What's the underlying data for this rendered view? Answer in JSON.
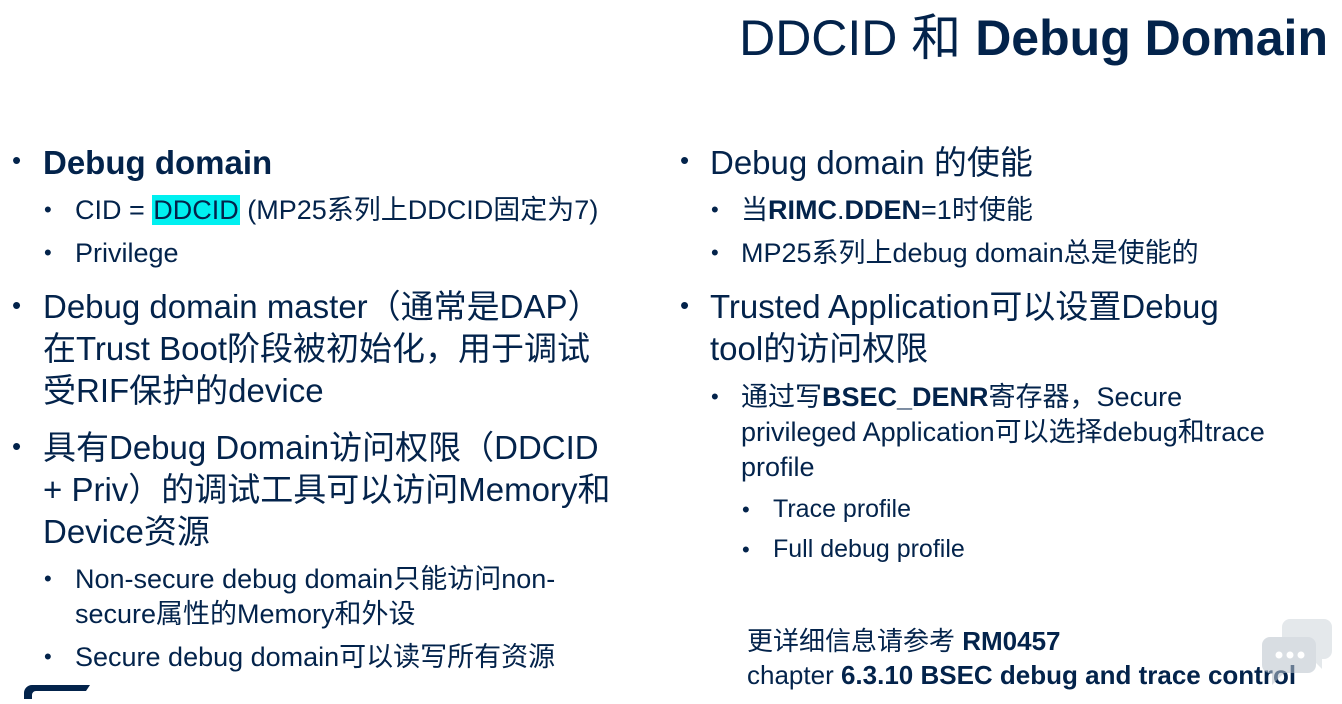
{
  "title": {
    "part1": "DDCID 和 ",
    "part2": "Debug Domain"
  },
  "left": {
    "l1": "Debug domain",
    "l1_sub1": {
      "prefix": "CID = ",
      "highlight": "DDCID",
      "suffix": " (MP25系列上DDCID固定为7)"
    },
    "l1_sub2": "Privilege",
    "l2": [
      "Debug domain master（通常是DAP）",
      "在Trust Boot阶段被初始化，用于调试",
      "受RIF保护的device"
    ],
    "l3": [
      "具有Debug Domain访问权限（DDCID",
      "+ Priv）的调试工具可以访问Memory和",
      "Device资源"
    ],
    "l3_sub1": [
      "Non-secure debug domain只能访问non-",
      "secure属性的Memory和外设"
    ],
    "l3_sub2": "Secure debug domain可以读写所有资源"
  },
  "right": {
    "r1": "Debug domain 的使能",
    "r1_sub1": {
      "a": "当",
      "b": "RIMC",
      "c": ".",
      "d": "DDEN",
      "e": "=1时使能"
    },
    "r1_sub2": "MP25系列上debug domain总是使能的",
    "r2": [
      "Trusted Application可以设置Debug",
      "tool的访问权限"
    ],
    "r2_sub1": {
      "a": "通过写",
      "b": "BSEC_DENR",
      "c": "寄存器，Secure",
      "line2": "privileged Application可以选择debug和trace",
      "line3": "profile"
    },
    "r2_sub1_sub1": "Trace profile",
    "r2_sub1_sub2": "Full debug profile"
  },
  "reference": {
    "line1_prefix": "更详细信息请参考 ",
    "line1_bold": "RM0457",
    "line2_prefix": "chapter ",
    "line2_bold": "6.3.10 BSEC debug and trace control"
  },
  "icons": {
    "bullet": "•",
    "watermark": "chat-bubble-icon"
  },
  "colors": {
    "text": "#03234b",
    "highlight": "#00f0f0"
  }
}
